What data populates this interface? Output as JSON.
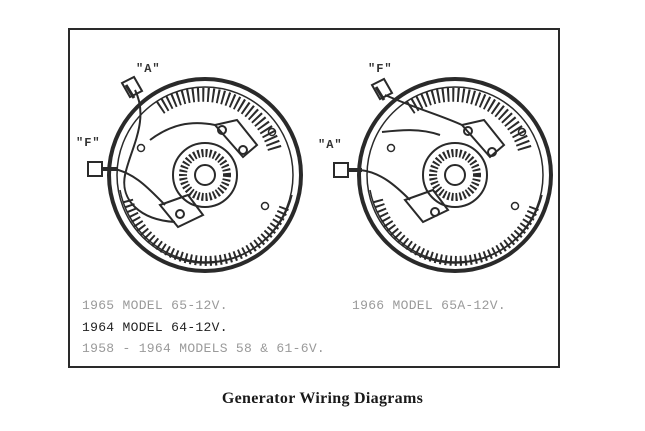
{
  "diagram": {
    "left_generator": {
      "terminal_top": "\"A\"",
      "terminal_side": "\"F\""
    },
    "right_generator": {
      "terminal_top": "\"F\"",
      "terminal_side": "\"A\""
    },
    "models": {
      "left_line1": "1965 MODEL 65-12V.",
      "left_line2": "1964 MODEL 64-12V.",
      "left_line3": "1958 - 1964 MODELS 58 & 61-6V.",
      "right_line1": "1966 MODEL 65A-12V."
    },
    "colors": {
      "ink": "#2a2a2a",
      "faded_text": "#9a9a9a",
      "dark_text": "#222222"
    }
  },
  "caption": "Generator Wiring Diagrams"
}
